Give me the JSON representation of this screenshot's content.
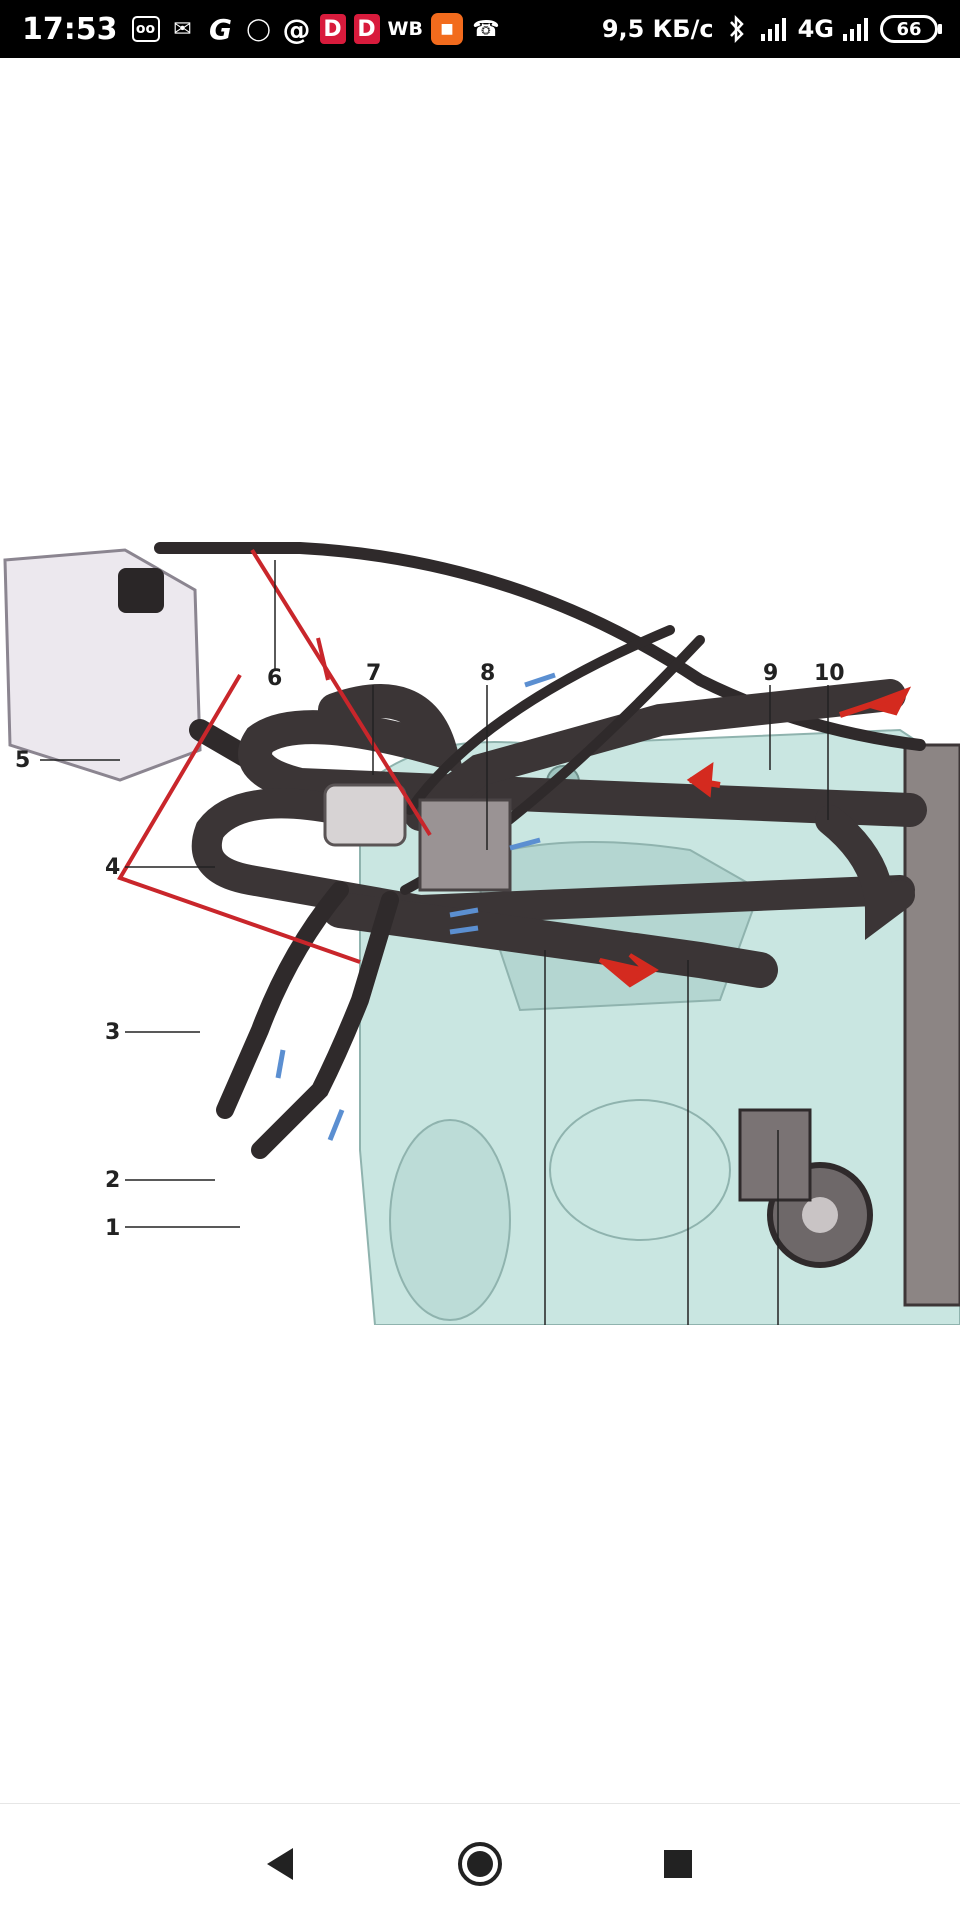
{
  "status_bar": {
    "time": "17:53",
    "icons": [
      "voicemail-icon",
      "messages-icon",
      "g-app-icon",
      "chrome-icon",
      "mail-at-icon",
      "d-app-icon",
      "d-app-icon",
      "wb-app-icon",
      "aliexpress-icon",
      "viber-icon"
    ],
    "wb_label": "WB",
    "d_label": "D",
    "speed": "9,5 КБ/с",
    "network": "4G",
    "battery": "66"
  },
  "diagram": {
    "callouts": [
      "1",
      "2",
      "3",
      "4",
      "5",
      "6",
      "7",
      "8",
      "9",
      "10"
    ],
    "colors": {
      "hose": "#2f2a2b",
      "engine": "#c9e6e1",
      "tank": "#ece8ee",
      "hot_arrow": "#d42a1f",
      "cold_arrow": "#5b8fd1",
      "red_line": "#c9262b"
    }
  },
  "nav_bar": {
    "buttons": [
      "back-icon",
      "home-icon",
      "recents-icon"
    ]
  }
}
